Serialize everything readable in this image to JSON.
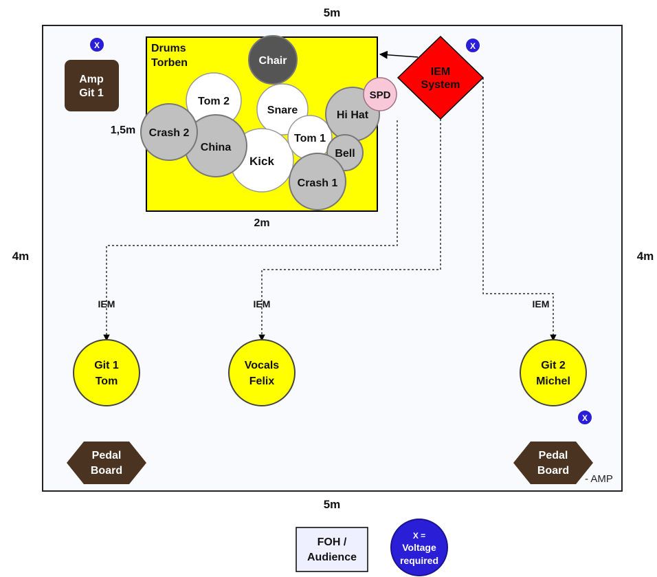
{
  "dimensions": {
    "top": "5m",
    "bottom": "5m",
    "left": "4m",
    "right": "4m",
    "riser_depth": "1,5m",
    "riser_width": "2m"
  },
  "drum_riser": {
    "title_line1": "Drums",
    "title_line2": "Torben",
    "color": "#ffff00"
  },
  "drum_kit": {
    "chair": "Chair",
    "tom2": "Tom 2",
    "snare": "Snare",
    "hihat": "Hi Hat",
    "spd": "SPD",
    "crash2": "Crash 2",
    "china": "China",
    "kick": "Kick",
    "tom1": "Tom 1",
    "bell": "Bell",
    "crash1": "Crash 1"
  },
  "iem_system": {
    "line1": "IEM",
    "line2": "System",
    "color": "#ff0000"
  },
  "iem_labels": {
    "git1": "IEM",
    "vocals": "IEM",
    "git2": "IEM"
  },
  "amp_git1": {
    "line1": "Amp",
    "line2": "Git 1"
  },
  "musicians": {
    "git1": {
      "line1": "Git 1",
      "line2": "Tom"
    },
    "vocals": {
      "line1": "Vocals",
      "line2": "Felix"
    },
    "git2": {
      "line1": "Git 2",
      "line2": "Michel"
    }
  },
  "pedal_boards": {
    "left": {
      "line1": "Pedal",
      "line2": "Board"
    },
    "right": {
      "line1": "Pedal",
      "line2": "Board"
    }
  },
  "amp_note": "- AMP",
  "voltage_marker": "X",
  "foh": {
    "line1": "FOH /",
    "line2": "Audience"
  },
  "legend": {
    "line1": "X =",
    "line2": "Voltage",
    "line3": "required"
  },
  "colors": {
    "musician": "#ffff00",
    "pedal_board": "#4a3320",
    "amp": "#4a3320",
    "cymbal": "#c0c0c0",
    "drum": "#ffffff",
    "chair": "#555555",
    "spd": "#f8c8d8",
    "voltage": "#2a1fd6",
    "stage_bg": "#f8fafd"
  }
}
